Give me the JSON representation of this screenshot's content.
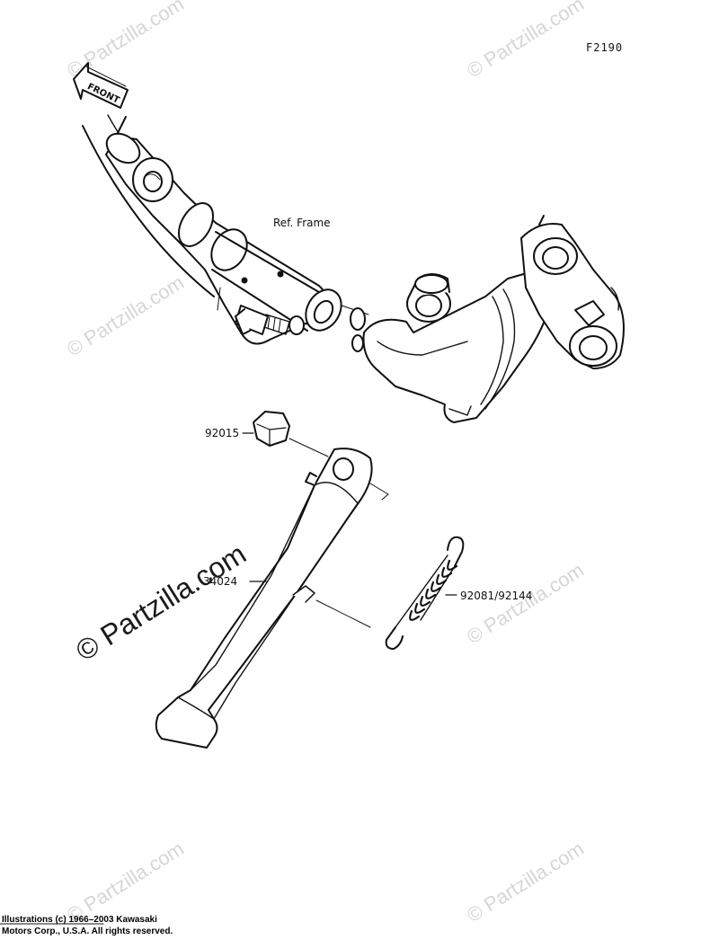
{
  "figure_code": "F2190",
  "front_label": "FRONT",
  "ref_label": "Ref. Frame",
  "callouts": {
    "nut": "92015",
    "stand": "34024",
    "spring": "92081/92144"
  },
  "watermark": "© Partzilla.com",
  "copyright": {
    "line1": "Illustrations (c) 1966–2003 Kawasaki",
    "line2": "Motors Corp., U.S.A.  All rights reserved."
  },
  "colors": {
    "ink": "#111111",
    "watermark": "#d6d6d6"
  }
}
